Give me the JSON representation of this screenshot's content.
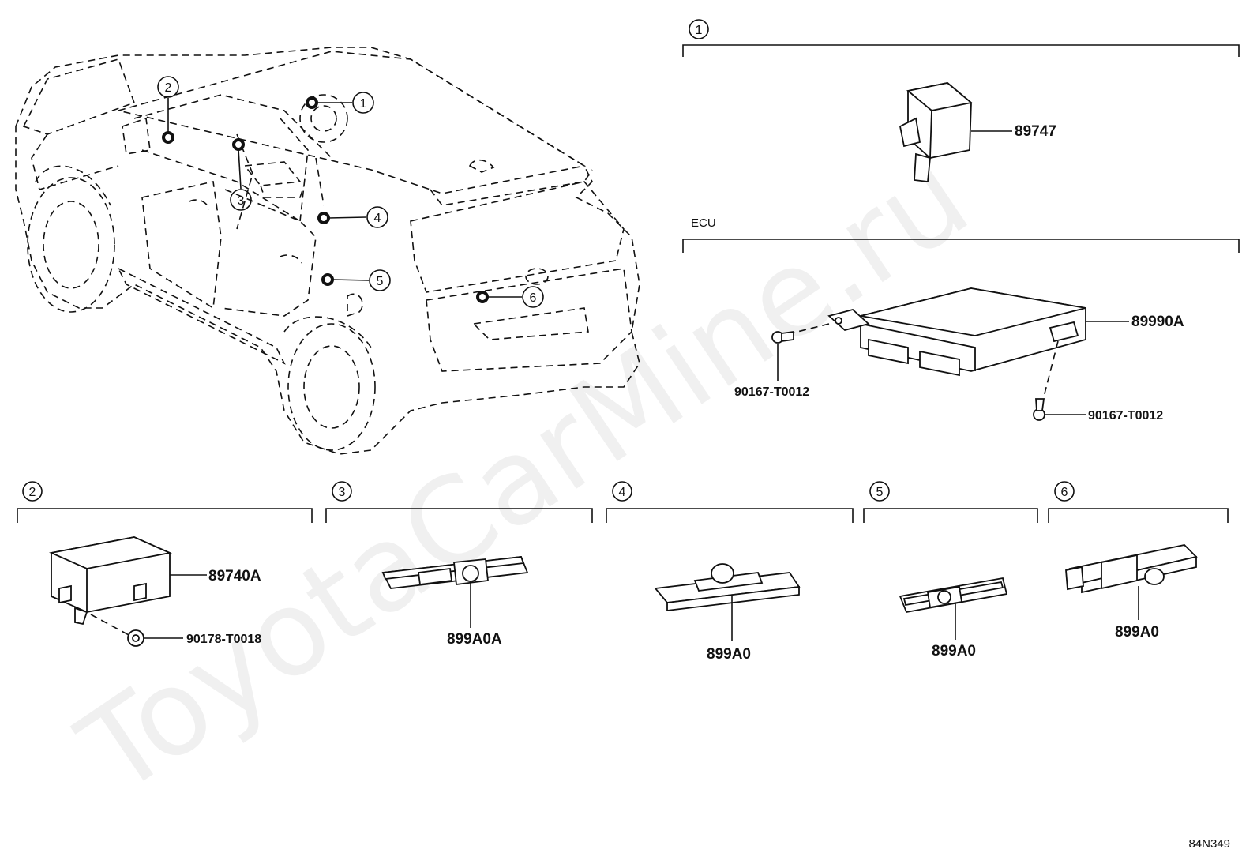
{
  "watermark": "ToyotaCarMine.ru",
  "figure_code": "84N349",
  "vehicle_callouts": [
    "1",
    "2",
    "3",
    "4",
    "5",
    "6"
  ],
  "groups": {
    "g1": {
      "number": "1",
      "parts": [
        "89747"
      ]
    },
    "ecu": {
      "title": "ECU",
      "parts": [
        "89990A",
        "90167-T0012",
        "90167-T0012"
      ]
    },
    "g2": {
      "number": "2",
      "parts": [
        "89740A",
        "90178-T0018"
      ]
    },
    "g3": {
      "number": "3",
      "parts": [
        "899A0A"
      ]
    },
    "g4": {
      "number": "4",
      "parts": [
        "899A0"
      ]
    },
    "g5": {
      "number": "5",
      "parts": [
        "899A0"
      ]
    },
    "g6": {
      "number": "6",
      "parts": [
        "899A0"
      ]
    }
  }
}
